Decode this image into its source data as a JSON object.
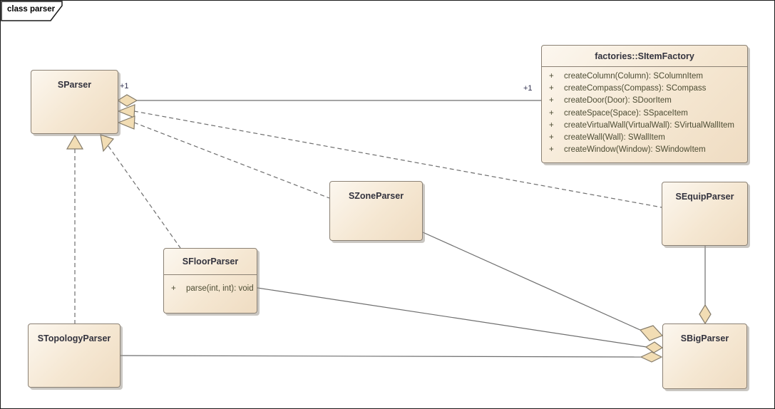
{
  "frame": {
    "label": "class parser"
  },
  "labels": {
    "mult_source": "+1",
    "mult_target": "+1"
  },
  "colors": {
    "box_fill_light": "#fcf7ef",
    "box_fill_dark": "#efdcc2",
    "box_border": "#8b8174",
    "connector_line": "#6e6e6e",
    "connector_shape_fill": "#f2ddb4",
    "class_name_text": "#33333e",
    "operation_text": "#4c4c33",
    "multiplicity_text": "#30304e"
  },
  "classes": [
    {
      "name": "SParser",
      "members": []
    },
    {
      "name": "factories::SItemFactory",
      "members": [
        {
          "vis": "+",
          "sig": "createColumn(Column): SColumnItem"
        },
        {
          "vis": "+",
          "sig": "createCompass(Compass): SCompass"
        },
        {
          "vis": "+",
          "sig": "createDoor(Door): SDoorItem"
        },
        {
          "vis": "+",
          "sig": "createSpace(Space): SSpaceItem"
        },
        {
          "vis": "+",
          "sig": "createVirtualWall(VirtualWall): SVirtualWallItem"
        },
        {
          "vis": "+",
          "sig": "createWall(Wall): SWallItem"
        },
        {
          "vis": "+",
          "sig": "createWindow(Window): SWindowItem"
        }
      ]
    },
    {
      "name": "SZoneParser",
      "members": []
    },
    {
      "name": "SEquipParser",
      "members": []
    },
    {
      "name": "SFloorParser",
      "members": [
        {
          "vis": "+",
          "sig": "parse(int, int): void"
        }
      ]
    },
    {
      "name": "STopologyParser",
      "members": []
    },
    {
      "name": "SBigParser",
      "members": []
    }
  ],
  "relationships": [
    {
      "from": "SParser",
      "to": "factories::SItemFactory",
      "type": "aggregation",
      "line": "solid",
      "source_label": "+1",
      "target_label": "+1"
    },
    {
      "from": "SEquipParser",
      "to": "SParser",
      "type": "realization",
      "line": "dashed"
    },
    {
      "from": "SZoneParser",
      "to": "SParser",
      "type": "realization",
      "line": "dashed"
    },
    {
      "from": "STopologyParser",
      "to": "SParser",
      "type": "realization",
      "line": "dashed"
    },
    {
      "from": "SFloorParser",
      "to": "SParser",
      "type": "realization",
      "line": "dashed"
    },
    {
      "from": "SZoneParser",
      "to": "SBigParser",
      "type": "aggregation",
      "line": "solid"
    },
    {
      "from": "SFloorParser",
      "to": "SBigParser",
      "type": "aggregation",
      "line": "solid"
    },
    {
      "from": "STopologyParser",
      "to": "SBigParser",
      "type": "aggregation",
      "line": "solid"
    },
    {
      "from": "SEquipParser",
      "to": "SBigParser",
      "type": "aggregation",
      "line": "solid"
    }
  ]
}
